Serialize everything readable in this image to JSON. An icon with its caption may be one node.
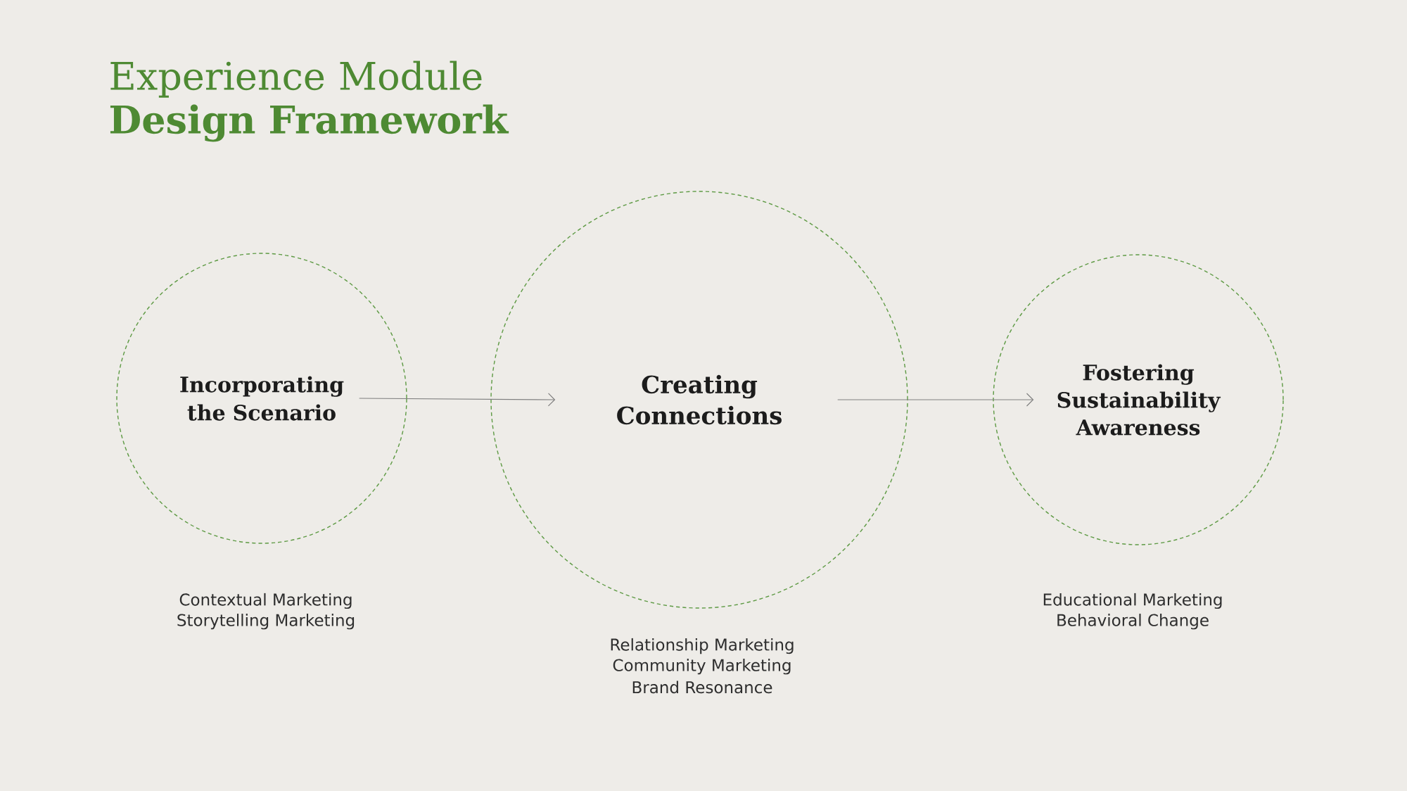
{
  "diagram": {
    "title": "Experience Module **Design Framework**",
    "nodes": [
      {
        "text": [
          "Incorporating the Scenario"
        ],
        "beside": [
          "Contextual Marketing",
          "Storytelling Marketing"
        ]
      },
      {
        "text": [
          "Creating Connections"
        ],
        "beside": [
          "Relationship Marketing",
          "Community Marketing",
          "Brand Resonance"
        ]
      },
      {
        "text": [
          "Fostering Sustainability Awareness"
        ],
        "beside": [
          "Educational Marketing",
          "Behavioral Change"
        ]
      }
    ],
    "edges": [
      {
        "from": 0,
        "to": 1,
        "arrow": "to"
      },
      {
        "from": 1,
        "to": 2,
        "arrow": "to"
      }
    ]
  }
}
